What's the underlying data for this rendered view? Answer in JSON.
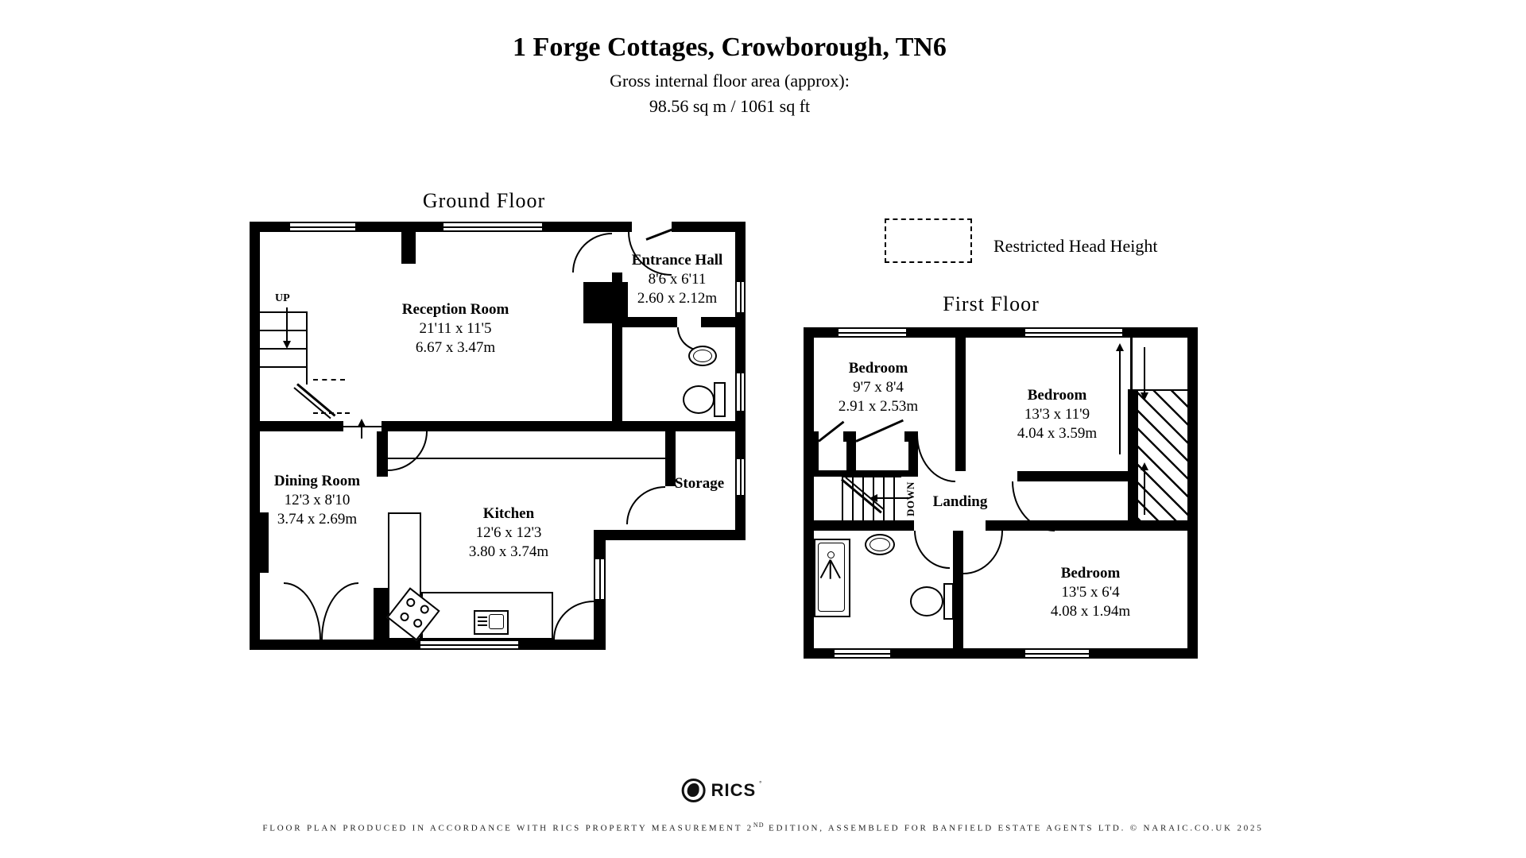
{
  "header": {
    "title": "1 Forge Cottages, Crowborough, TN6",
    "subtitle": "Gross internal floor area (approx):",
    "area": "98.56 sq m / 1061 sq ft"
  },
  "legend": {
    "label": "Restricted Head Height"
  },
  "ground_floor": {
    "title": "Ground Floor",
    "stairs_direction": "UP",
    "rooms": {
      "reception": {
        "name": "Reception Room",
        "imperial": "21'11 x 11'5",
        "metric": "6.67 x 3.47m"
      },
      "entrance_hall": {
        "name": "Entrance Hall",
        "imperial": "8'6 x 6'11",
        "metric": "2.60 x 2.12m"
      },
      "dining": {
        "name": "Dining Room",
        "imperial": "12'3 x 8'10",
        "metric": "3.74 x 2.69m"
      },
      "kitchen": {
        "name": "Kitchen",
        "imperial": "12'6 x 12'3",
        "metric": "3.80 x 3.74m"
      },
      "storage": {
        "name": "Storage"
      }
    }
  },
  "first_floor": {
    "title": "First Floor",
    "stairs_direction": "DOWN",
    "rooms": {
      "bedroom1": {
        "name": "Bedroom",
        "imperial": "9'7 x 8'4",
        "metric": "2.91 x 2.53m"
      },
      "bedroom2": {
        "name": "Bedroom",
        "imperial": "13'3 x 11'9",
        "metric": "4.04 x 3.59m"
      },
      "bedroom3": {
        "name": "Bedroom",
        "imperial": "13'5 x 6'4",
        "metric": "4.08 x 1.94m"
      },
      "landing": {
        "name": "Landing"
      }
    }
  },
  "footer": {
    "logo": "RICS",
    "disclaimer_prefix": "FLOOR PLAN PRODUCED IN ACCORDANCE WITH RICS PROPERTY MEASUREMENT 2",
    "disclaimer_sup": "ND",
    "disclaimer_suffix": " EDITION, ASSEMBLED FOR BANFIELD ESTATE AGENTS LTD. © NARAIC.CO.UK 2025"
  }
}
